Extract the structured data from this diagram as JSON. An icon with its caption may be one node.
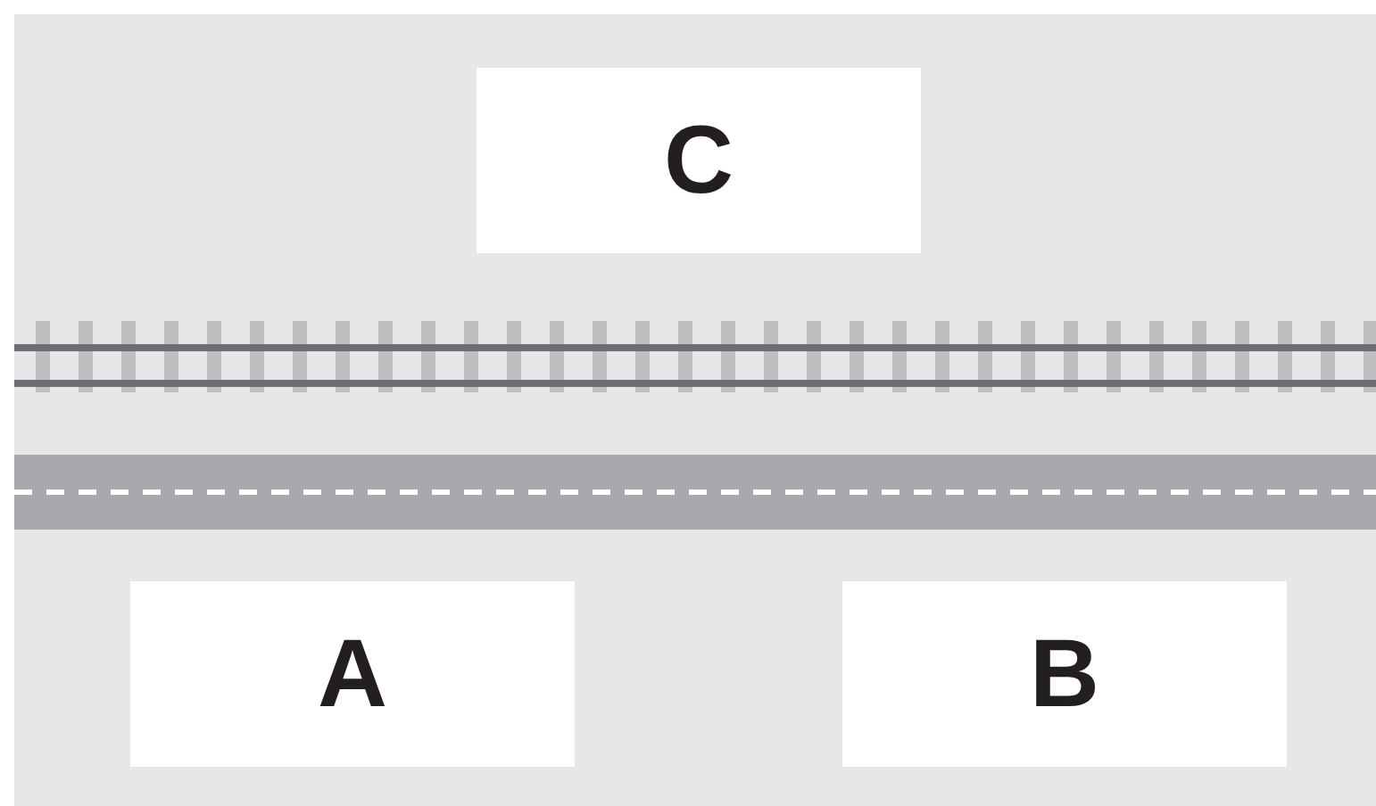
{
  "diagram": {
    "nodes": [
      {
        "text": [
          "C"
        ]
      },
      {
        "text": [
          "A"
        ]
      },
      {
        "text": [
          "B"
        ]
      }
    ]
  }
}
